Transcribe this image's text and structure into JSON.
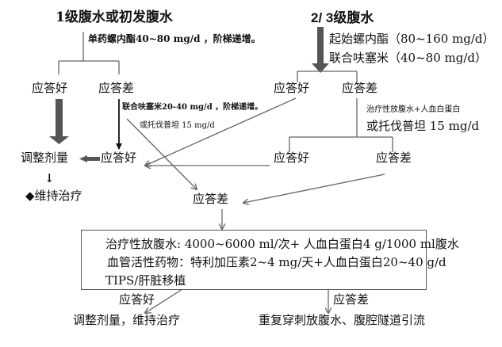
{
  "diagram": {
    "type": "treatment-flowchart",
    "left_branch": {
      "title": "1级腹水或初发腹水",
      "treatment": "单药螺内酯40~80 mg/d ，阶梯递增。",
      "good_response": "应答好",
      "poor_response": "应答差",
      "poor_treatment_line1": "联合呋塞米20-40 mg/d ，阶梯递增。",
      "poor_treatment_line2": "或托伐普坦 15 mg/d",
      "adjust_dose": "调整剂量",
      "good_response_2": "应答好",
      "maintain": "◆维持治疗",
      "down_arrow": "↓"
    },
    "right_branch": {
      "title": "2/ 3级腹水",
      "treatment_line1": "起始螺内酯（80~160 mg/d）",
      "treatment_line2": "联合呋塞米（40~80 mg/d）",
      "good_response": "应答好",
      "poor_response": "应答差",
      "poor_treatment_line1": "治疗性放腹水+人血白蛋白",
      "poor_treatment_line2": "或托伐普坦 15 mg/d",
      "good_response_2": "应答好",
      "poor_response_2": "应答差"
    },
    "center": {
      "poor_response": "应答差"
    },
    "box": {
      "line1": "治疗性放腹水: 4000~6000 ml/次+ 人血白蛋白4 g/1000 ml腹水",
      "line2": "血管活性药物：特利加压素2~4 mg/天+人血白蛋白20~40 g/d",
      "line3": "TIPS/肝脏移植"
    },
    "bottom": {
      "good_response": "应答好",
      "good_outcome": "调整剂量，维持治疗",
      "poor_response": "应答差",
      "poor_outcome": "重复穿刺放腹水、腹腔隧道引流"
    },
    "colors": {
      "line": "#666666",
      "thick_arrow": "#555555",
      "text": "#111111"
    }
  }
}
